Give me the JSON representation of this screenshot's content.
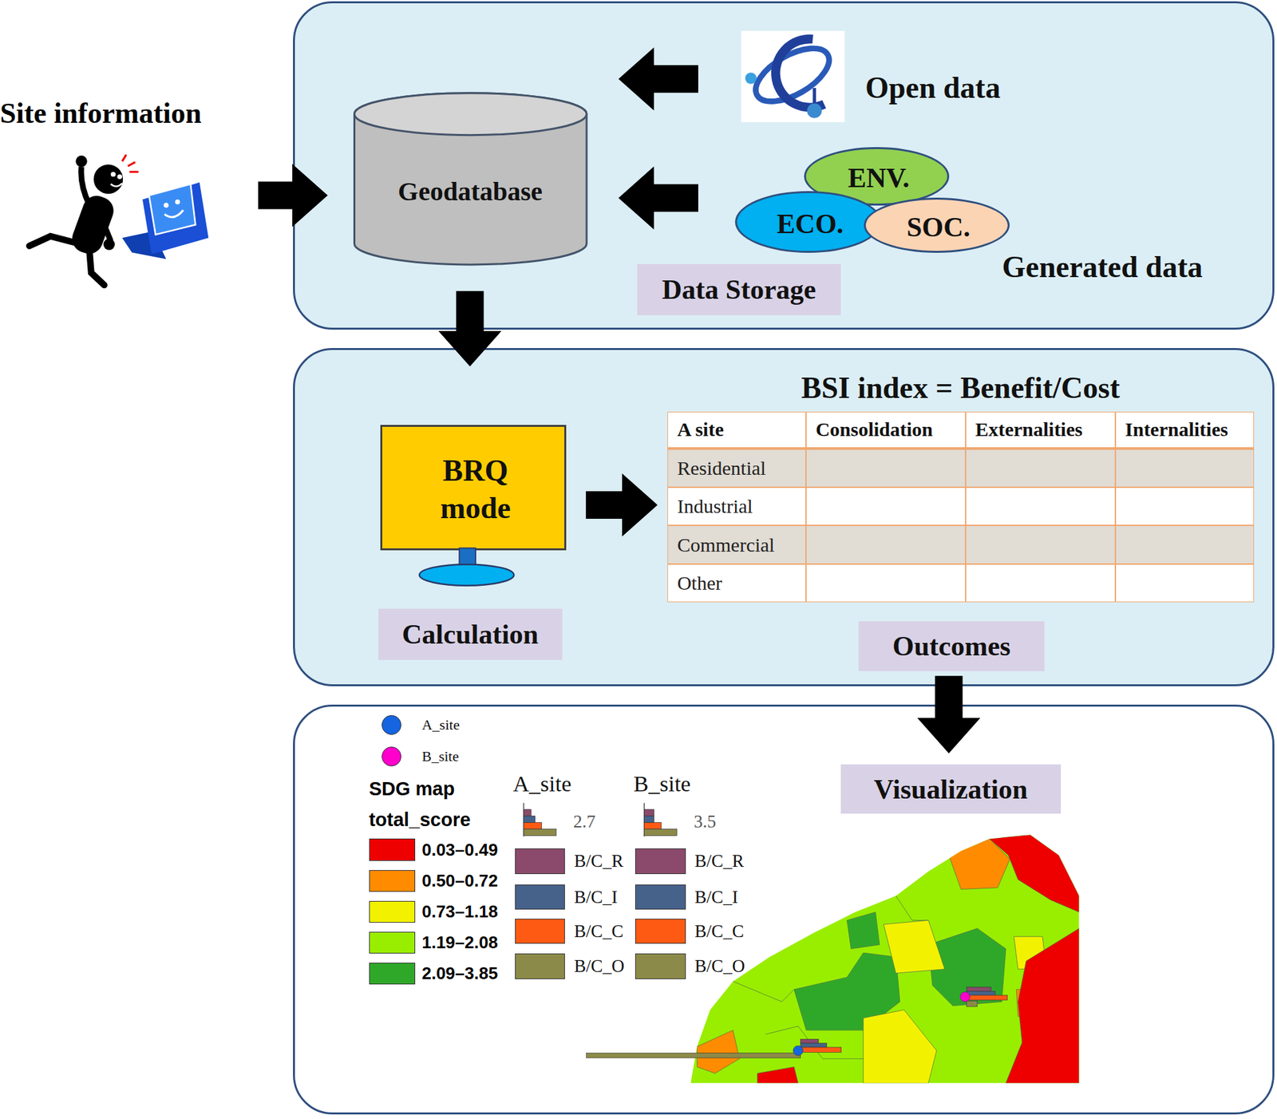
{
  "diagram": {
    "nodes": [
      {
        "text": [
          "Site information"
        ]
      },
      {
        "text": [
          "Data Storage"
        ]
      },
      {
        "text": [
          "Geodatabase"
        ],
        "in": 1
      },
      {
        "text": [
          "Open data"
        ],
        "in": 1
      },
      {
        "text": [
          "Generated data"
        ],
        "in": 1
      },
      {
        "text": [
          "ENV."
        ],
        "in": 4
      },
      {
        "text": [
          "ECO."
        ],
        "in": 4
      },
      {
        "text": [
          "SOC."
        ],
        "in": 4
      },
      {
        "text": [
          "Calculation",
          "Outcomes"
        ]
      },
      {
        "text": [
          "BRQ mode"
        ],
        "in": 8
      },
      {
        "text": [
          "BSI index = Benefit/Cost"
        ],
        "in": 8
      },
      {
        "text": [
          "Visualization"
        ]
      }
    ],
    "edges": [
      {
        "from": 0,
        "to": 2,
        "arrow": "to"
      },
      {
        "from": 3,
        "to": 2,
        "arrow": "to"
      },
      {
        "from": 4,
        "to": 2,
        "arrow": "to"
      },
      {
        "from": 2,
        "to": 8,
        "arrow": "to"
      },
      {
        "from": 9,
        "to": 10,
        "arrow": "to"
      },
      {
        "from": 8,
        "to": 11,
        "arrow": "to"
      }
    ],
    "labels": [
      "A site",
      "Consolidation",
      "Externalities",
      "Internalities",
      "Residential",
      "Industrial",
      "Commercial",
      "Other",
      "SDG map",
      "total_score",
      "A_site",
      "B_site",
      "2.7",
      "3.5"
    ],
    "legend": [
      {
        "text": "A_site",
        "color": "#1565e0"
      },
      {
        "text": "B_site",
        "color": "#ff00cc"
      },
      {
        "text": "0.03–0.49",
        "color": "#ee0000"
      },
      {
        "text": "0.50–0.72",
        "color": "#ff8c00"
      },
      {
        "text": "0.73–1.18",
        "color": "#f2f200"
      },
      {
        "text": "1.19–2.08",
        "color": "#99ee00"
      },
      {
        "text": "2.09–3.85",
        "color": "#2fa82a"
      },
      {
        "text": "B/C_R",
        "color": "#8b4a6b"
      },
      {
        "text": "B/C_I",
        "color": "#46628a"
      },
      {
        "text": "B/C_C",
        "color": "#ff5a14"
      },
      {
        "text": "B/C_O",
        "color": "#8c8a48"
      },
      {
        "text": "B/C_R",
        "color": "#8b4a6b"
      },
      {
        "text": "B/C_I",
        "color": "#46628a"
      },
      {
        "text": "B/C_C",
        "color": "#ff5a14"
      },
      {
        "text": "B/C_O",
        "color": "#8c8a48"
      }
    ]
  }
}
